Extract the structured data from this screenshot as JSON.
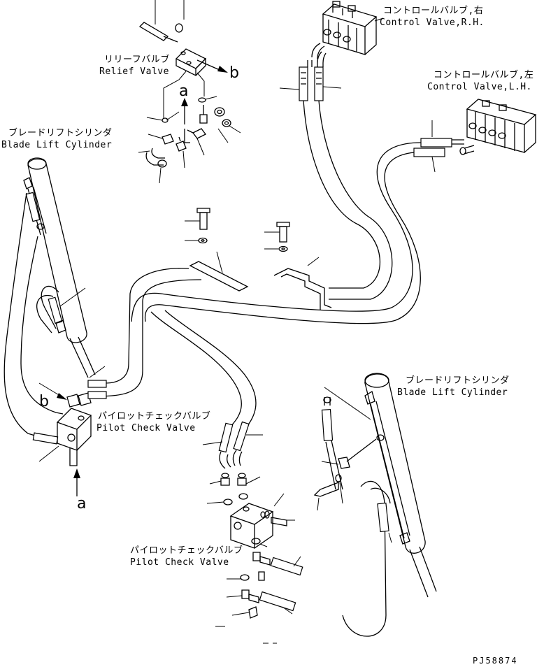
{
  "labels": {
    "cv_rh_jp": "コントロールバルブ,右",
    "cv_rh_en": "Control Valve,R.H.",
    "cv_lh_jp": "コントロールバルブ,左",
    "cv_lh_en": "Control Valve,L.H.",
    "relief_jp": "リリーフバルブ",
    "relief_en": "Relief Valve",
    "blade_left_jp": "ブレードリフトシリンダ",
    "blade_left_en": "Blade Lift Cylinder",
    "blade_right_jp": "ブレードリフトシリンダ",
    "blade_right_en": "Blade Lift Cylinder",
    "pilot_upper_jp": "パイロットチェックバルブ",
    "pilot_upper_en": "Pilot Check Valve",
    "pilot_lower_jp": "パイロットチェックバルブ",
    "pilot_lower_en": "Pilot Check Valve",
    "ref_a_top": "a",
    "ref_b_top": "b",
    "ref_b_left": "b",
    "ref_a_bottom": "a",
    "drawing_no": "PJ58874"
  }
}
